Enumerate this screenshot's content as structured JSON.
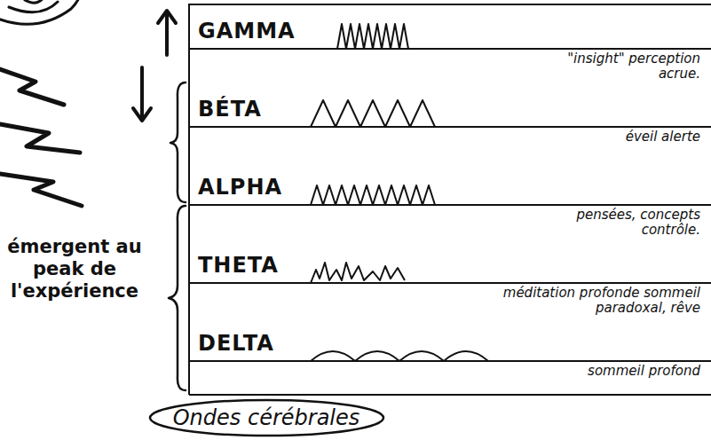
{
  "diagram": {
    "nodes": [
      {
        "text": [
          "GAMMA",
          "\"insight\" perception acrue."
        ]
      },
      {
        "text": [
          "BÉTA",
          "éveil alerte"
        ]
      },
      {
        "text": [
          "ALPHA",
          "pensées, concepts contrôle."
        ]
      },
      {
        "text": [
          "THETA",
          "méditation profonde sommeil paradoxal, rêve"
        ]
      },
      {
        "text": [
          "DELTA",
          "sommeil profond"
        ]
      },
      {
        "text": [
          "Ondes cérébrales"
        ]
      }
    ],
    "labels": [
      "émergent au peak de l'expérience"
    ]
  }
}
